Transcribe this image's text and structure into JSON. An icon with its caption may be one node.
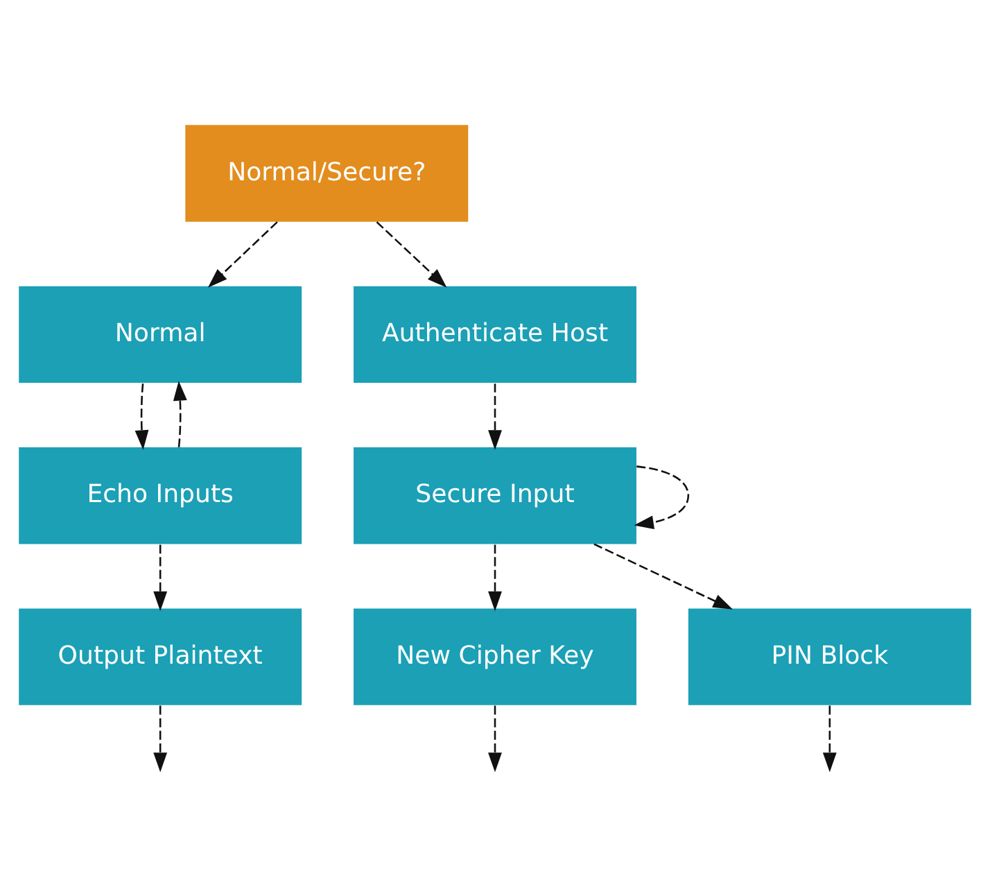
{
  "diagram": {
    "nodes": [
      {
        "text": [
          "Normal/Secure?"
        ]
      },
      {
        "text": [
          "Normal"
        ]
      },
      {
        "text": [
          "Authenticate Host"
        ]
      },
      {
        "text": [
          "Echo Inputs"
        ]
      },
      {
        "text": [
          "Secure Input"
        ]
      },
      {
        "text": [
          "Output Plaintext"
        ]
      },
      {
        "text": [
          "New Cipher Key"
        ]
      },
      {
        "text": [
          "PIN Block"
        ]
      }
    ],
    "edges": [
      {
        "from": 0,
        "to": 1,
        "arrow": "to",
        "style": "dashed"
      },
      {
        "from": 0,
        "to": 2,
        "arrow": "to",
        "style": "dashed"
      },
      {
        "from": 1,
        "to": 3,
        "arrow": "to",
        "style": "dashed"
      },
      {
        "from": 3,
        "to": 1,
        "arrow": "to",
        "style": "dashed"
      },
      {
        "from": 3,
        "to": 5,
        "arrow": "to",
        "style": "dashed"
      },
      {
        "from": 2,
        "to": 4,
        "arrow": "to",
        "style": "dashed"
      },
      {
        "from": 4,
        "to": 4,
        "arrow": "to",
        "style": "dashed"
      },
      {
        "from": 4,
        "to": 6,
        "arrow": "to",
        "style": "dashed"
      },
      {
        "from": 4,
        "to": 7,
        "arrow": "to",
        "style": "dashed"
      },
      {
        "from": 5,
        "to": null,
        "arrow": "to",
        "style": "dashed"
      },
      {
        "from": 6,
        "to": null,
        "arrow": "to",
        "style": "dashed"
      },
      {
        "from": 7,
        "to": null,
        "arrow": "to",
        "style": "dashed"
      }
    ]
  }
}
